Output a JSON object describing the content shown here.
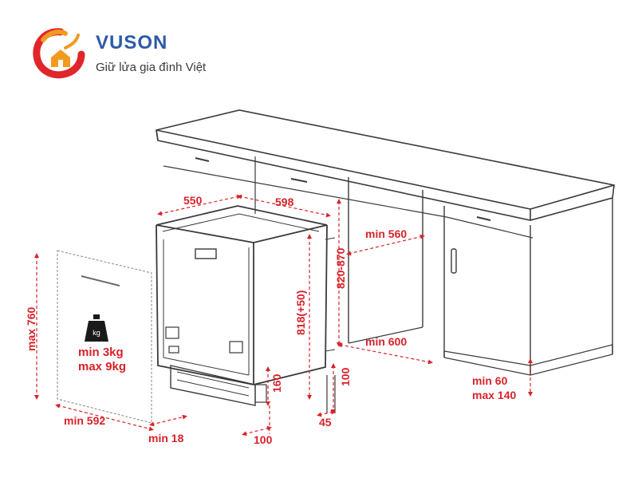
{
  "colors": {
    "dimension": "#d8232a",
    "line": "#3a3a3a",
    "brand_blue": "#2d5aa8",
    "brand_red": "#e0262b",
    "brand_orange": "#f39a1e",
    "slogan": "#3a3a3a"
  },
  "logo": {
    "brand": "VUSON",
    "slogan": "Giữ lửa gia đình Việt"
  },
  "weight_icon_text": "kg",
  "dimensions": {
    "width_550": "550",
    "width_598": "598",
    "min_560": "min 560",
    "height_820_870": "820-870",
    "height_818": "818(+50)",
    "min_600": "min 600",
    "max_760": "max 760",
    "min_3kg": "min 3kg",
    "max_9kg": "max 9kg",
    "min_592": "min 592",
    "min_18": "min 18",
    "d160": "160",
    "d100_bottom": "100",
    "d45": "45",
    "d100_side": "100",
    "min_60": "min 60",
    "max_140": "max 140"
  }
}
